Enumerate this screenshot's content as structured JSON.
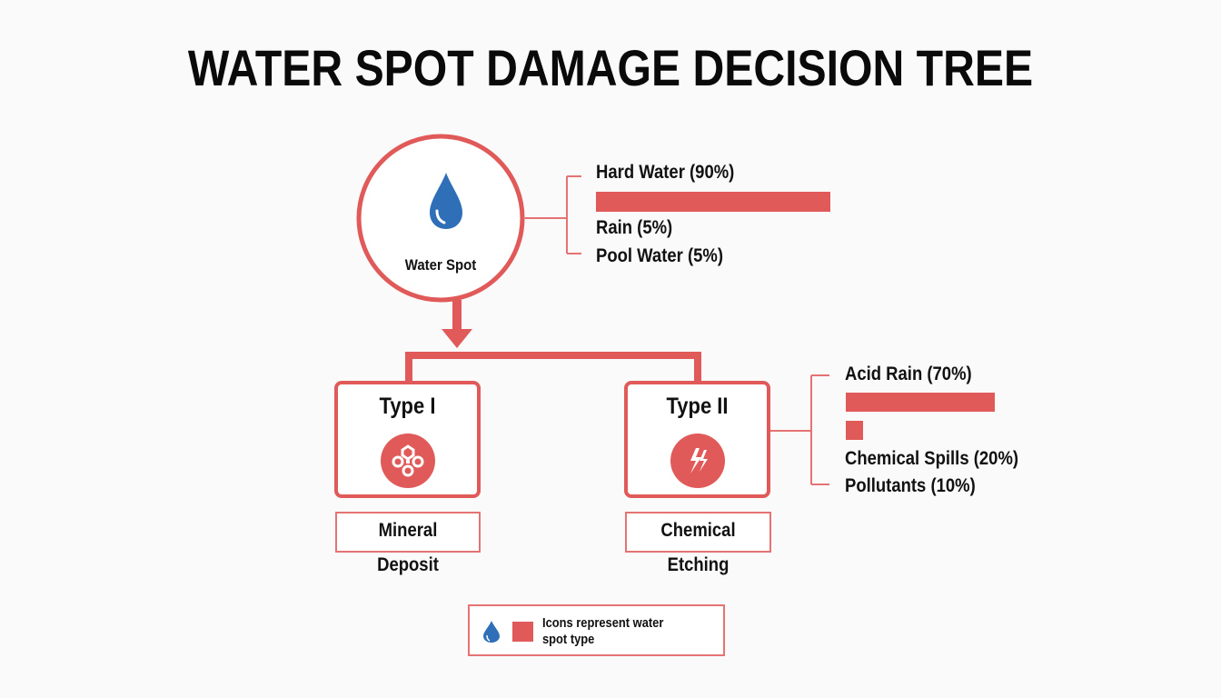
{
  "title": "WATER SPOT DAMAGE DECISION TREE",
  "colors": {
    "accent": "#e05a5a",
    "water_blue": "#2f6fb8",
    "text": "#111111",
    "background": "#fafafa"
  },
  "root": {
    "label": "Water Spot",
    "icon": "water-drop-icon",
    "sources": [
      {
        "label": "Hard Water (90%)",
        "percent": 90
      },
      {
        "label": "Rain (5%)",
        "percent": 5
      },
      {
        "label": "Pool Water (5%)",
        "percent": 5
      }
    ]
  },
  "branches": [
    {
      "title": "Type I",
      "icon": "mineral-crystals-icon",
      "name": "Mineral Deposit"
    },
    {
      "title": "Type II",
      "icon": "lightning-etch-icon",
      "name": "Chemical Etching",
      "sources": [
        {
          "label": "Acid Rain (70%)",
          "percent": 70
        },
        {
          "label": "Chemical Spills (20%)",
          "percent": 20
        },
        {
          "label": "Pollutants (10%)",
          "percent": 10
        }
      ]
    }
  ],
  "legend": {
    "text_line1": "Icons represent water",
    "text_line2": "spot type"
  }
}
